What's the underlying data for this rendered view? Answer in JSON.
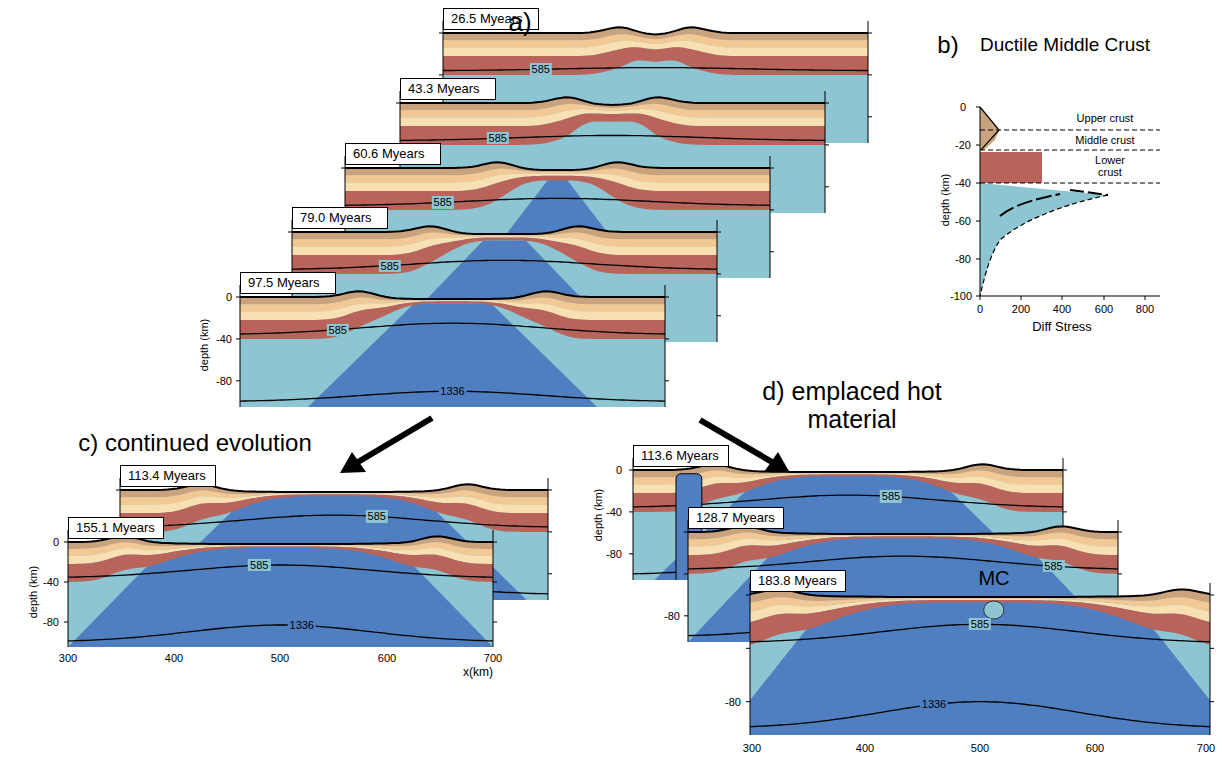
{
  "diagram": {
    "nodes": [
      {
        "text": [
          "26.5 Myears"
        ]
      },
      {
        "text": [
          "43.3 Myears"
        ]
      },
      {
        "text": [
          "60.6 Myears"
        ]
      },
      {
        "text": [
          "79.0 Myears"
        ]
      },
      {
        "text": [
          "97.5 Myears"
        ]
      },
      {
        "text": [
          "113.4 Myears"
        ]
      },
      {
        "text": [
          "155.1 Myears"
        ]
      },
      {
        "text": [
          "113.6 Myears"
        ]
      },
      {
        "text": [
          "128.7 Myears"
        ]
      },
      {
        "text": [
          "183.8 Myears"
        ]
      }
    ],
    "labels": [
      "a)",
      "b)",
      "Ductile Middle Crust",
      "Upper crust",
      "Middle crust",
      "Lower crust",
      "0",
      "-20",
      "-40",
      "-60",
      "-80",
      "-100",
      "0",
      "200",
      "400",
      "600",
      "800",
      "Diff Stress",
      "depth (km)",
      "0",
      "-40",
      "-80",
      "depth (km)",
      "585",
      "585",
      "585",
      "585",
      "585",
      "1336",
      "c) continued evolution",
      "0",
      "-40",
      "-80",
      "depth (km)",
      "300",
      "400",
      "500",
      "600",
      "700",
      "x(km)",
      "585",
      "585",
      "1336",
      "d) emplaced hot material",
      "0",
      "-40",
      "-80",
      "depth (km)",
      "-80",
      "-80",
      "585",
      "585",
      "585",
      "1336",
      "MC",
      "300",
      "400",
      "500",
      "600",
      "700"
    ]
  }
}
